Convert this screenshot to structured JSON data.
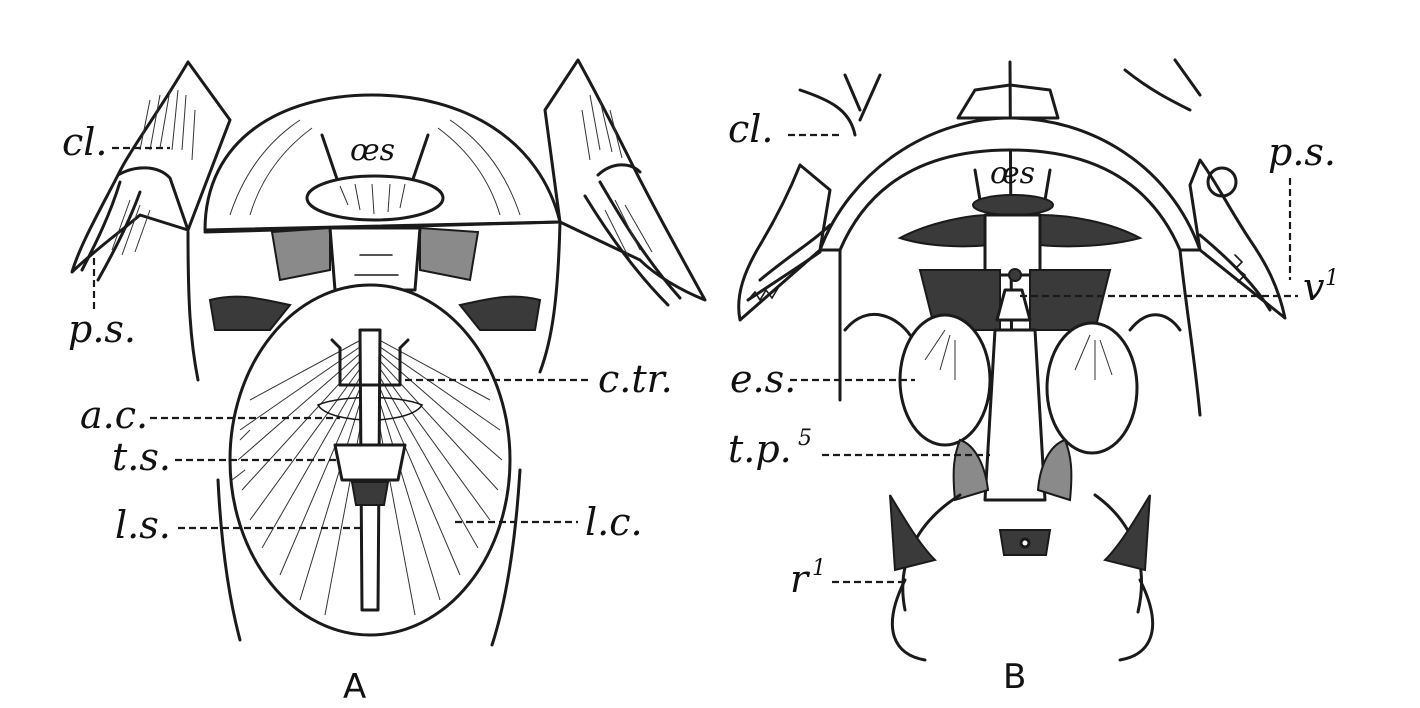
{
  "panels": {
    "a": {
      "title": "A",
      "labels": {
        "cl": "cl.",
        "oes": "œs",
        "ps": "p.s.",
        "ctr": "c.tr.",
        "ac": "a.c.",
        "ts": "t.s.",
        "ls": "l.s.",
        "lc": "l.c."
      }
    },
    "b": {
      "title": "B",
      "labels": {
        "cl": "cl.",
        "oes": "œs",
        "ps": "p.s.",
        "v1_base": "v",
        "v1_sup": "1",
        "es": "e.s.",
        "tp5_base": "t.p.",
        "tp5_sup": "5",
        "r1_base": "r",
        "r1_sup": "1"
      }
    }
  }
}
